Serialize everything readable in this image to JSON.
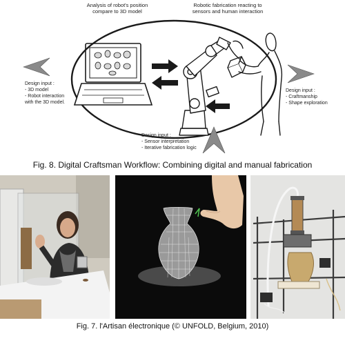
{
  "diagram": {
    "top_labels": {
      "analysis": [
        "Analysis of robot's position",
        "compare to 3D model"
      ],
      "robotic": [
        "Robotic fabrication reacting to",
        "sensors and human interaction"
      ]
    },
    "design_inputs": {
      "left": [
        "Design input :",
        "- 3D model",
        "- Robot interaction",
        "with the 3D model."
      ],
      "right": [
        "Design input :",
        "- Craftmanship",
        "- Shape exploration"
      ],
      "bottom": [
        "Design input :",
        "- Sensor interpretation",
        "- Iterative fabrication logic"
      ]
    }
  },
  "captions": {
    "fig8": "Fig. 8. Digital Craftsman Workflow: Combining digital and manual fabrication",
    "fig7": "Fig. 7. l'Artisan électronique (© UNFOLD, Belgium, 2010)"
  },
  "colors": {
    "ink": "#1a1a1a",
    "arrow_grey": "#8a8a8a",
    "photo1_bg": "#c9c4b8",
    "photo2_bg": "#0b0b0b",
    "photo3_bg": "#e6e6e4"
  }
}
